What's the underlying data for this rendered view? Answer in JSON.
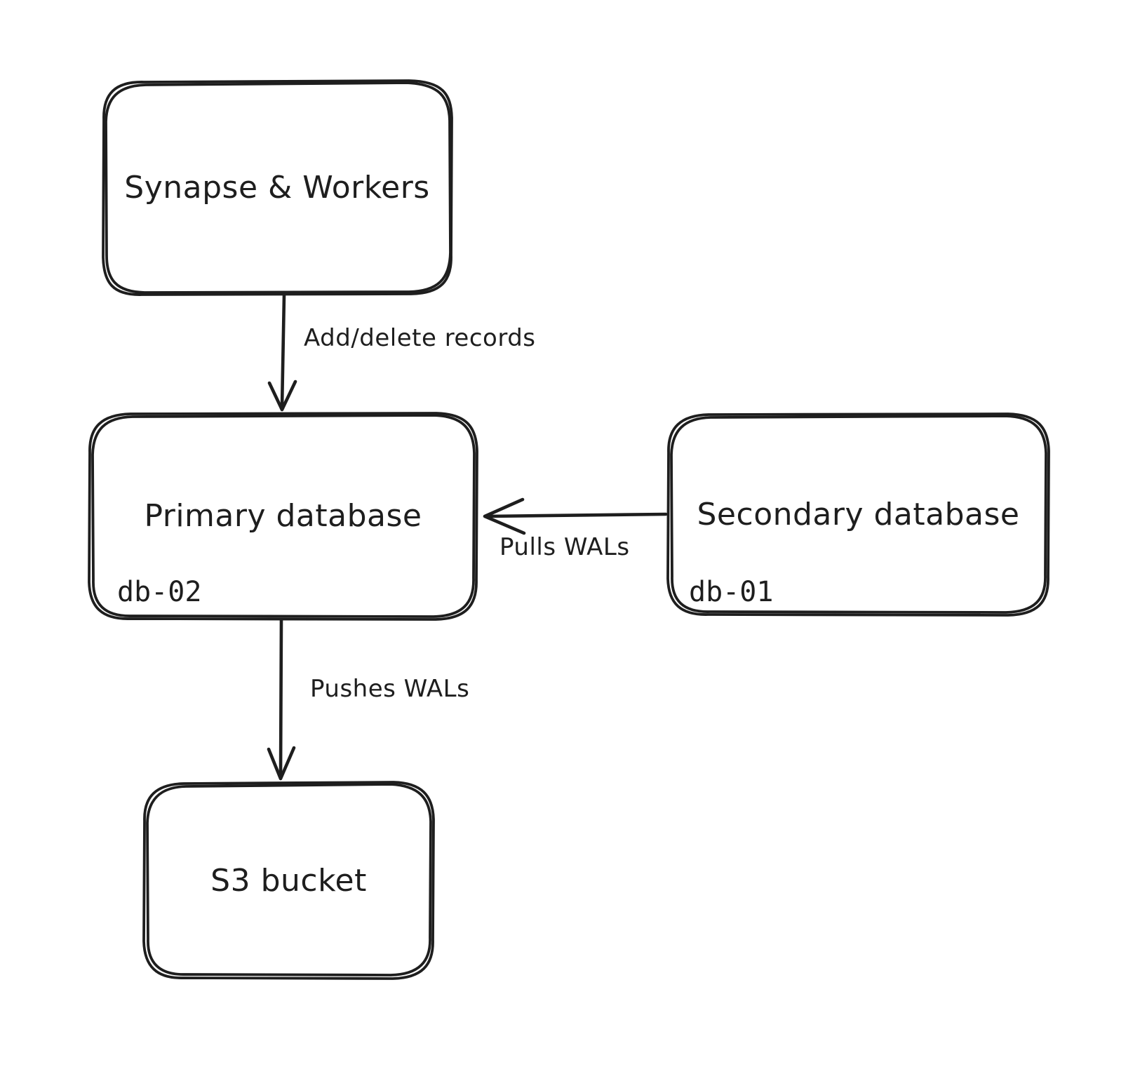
{
  "canvas": {
    "background_color": "#ffffff",
    "stroke_color": "#1e1e1e"
  },
  "nodes": [
    {
      "id": "synapse-workers",
      "label": "Synapse & Workers"
    },
    {
      "id": "primary-database",
      "label": "Primary database",
      "sublabel": "db-02"
    },
    {
      "id": "secondary-database",
      "label": "Secondary database",
      "sublabel": "db-01"
    },
    {
      "id": "s3-bucket",
      "label": "S3 bucket"
    }
  ],
  "edges": [
    {
      "id": "add-delete-records",
      "label": "Add/delete records",
      "from": "synapse-workers",
      "to": "primary-database",
      "direction": "down"
    },
    {
      "id": "pulls-wals",
      "label": "Pulls WALs",
      "from": "secondary-database",
      "to": "primary-database",
      "direction": "left"
    },
    {
      "id": "pushes-wals",
      "label": "Pushes WALs",
      "from": "primary-database",
      "to": "s3-bucket",
      "direction": "down"
    }
  ]
}
